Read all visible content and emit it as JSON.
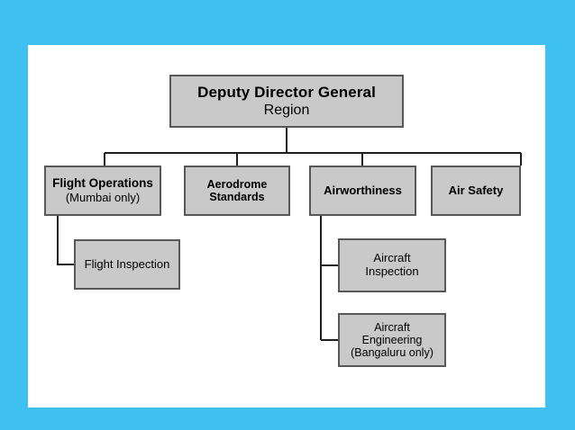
{
  "slide": {
    "background_color": "#3ec1f0",
    "canvas_color": "#ffffff"
  },
  "chart": {
    "type": "org-chart",
    "box_fill": "#c9c9c9",
    "box_border": "#58585a",
    "connector_color": "#231f20",
    "nodes": {
      "root": {
        "title": "Deputy Director General",
        "subtitle": "Region"
      },
      "flight_operations": {
        "title": "Flight Operations",
        "subtitle": "(Mumbai only)"
      },
      "aerodrome_standards": {
        "line1": "Aerodrome",
        "line2": "Standards"
      },
      "airworthiness": {
        "title": "Airworthiness"
      },
      "air_safety": {
        "title": "Air Safety"
      },
      "flight_inspection": {
        "title": "Flight Inspection"
      },
      "aircraft_inspection": {
        "line1": "Aircraft",
        "line2": "Inspection"
      },
      "aircraft_engineering": {
        "line1": "Aircraft",
        "line2": "Engineering",
        "line3": "(Bangaluru only)"
      }
    }
  }
}
